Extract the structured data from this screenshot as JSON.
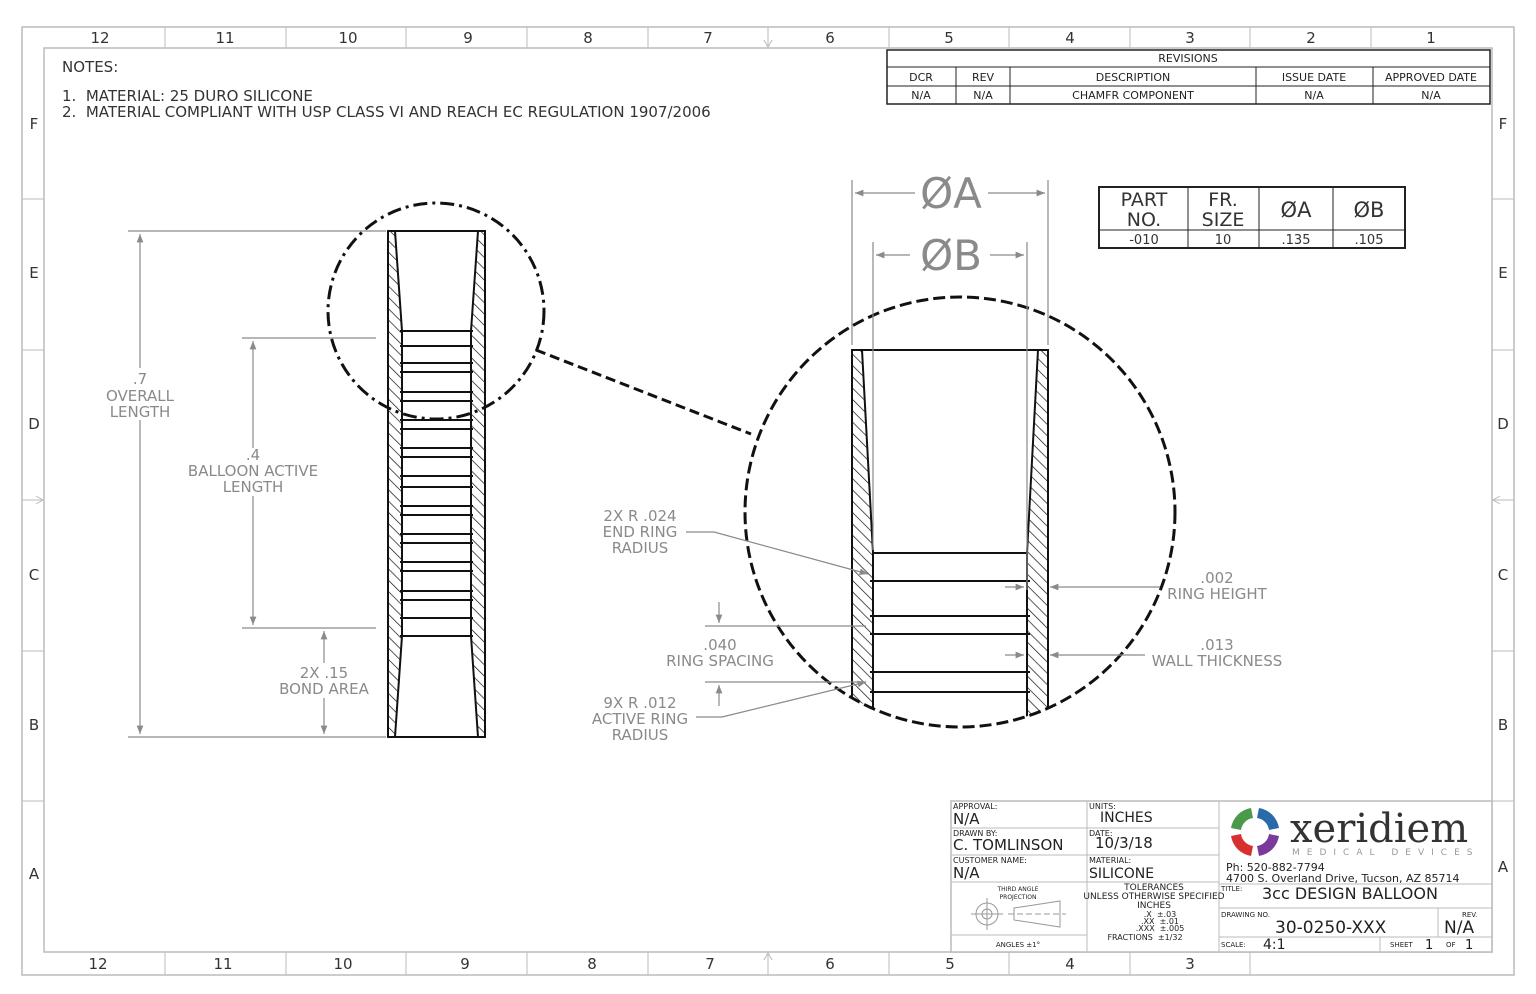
{
  "border": {
    "top_columns": [
      "12",
      "11",
      "10",
      "9",
      "8",
      "7",
      "6",
      "5",
      "4",
      "3",
      "2",
      "1"
    ],
    "bottom_columns": [
      "12",
      "11",
      "10",
      "9",
      "8",
      "7",
      "6",
      "5",
      "4",
      "3"
    ],
    "rows": [
      "F",
      "E",
      "D",
      "C",
      "B",
      "A"
    ]
  },
  "notes": {
    "heading": "NOTES:",
    "items": [
      "1.  MATERIAL: 25 DURO SILICONE",
      "2.  MATERIAL COMPLIANT WITH USP CLASS VI AND REACH EC REGULATION 1907/2006"
    ]
  },
  "revisions": {
    "title": "REVISIONS",
    "headers": [
      "DCR",
      "REV",
      "DESCRIPTION",
      "ISSUE DATE",
      "APPROVED DATE"
    ],
    "rows": [
      [
        "N/A",
        "N/A",
        "CHAMFR COMPONENT",
        "N/A",
        "N/A"
      ]
    ]
  },
  "part_table": {
    "headers": [
      [
        "PART",
        "NO."
      ],
      [
        "FR.",
        "SIZE"
      ],
      [
        "ØA"
      ],
      [
        "ØB"
      ]
    ],
    "rows": [
      [
        "-010",
        "10",
        ".135",
        ".105"
      ]
    ]
  },
  "main_view": {
    "overall": {
      "value": ".7",
      "label1": "OVERALL",
      "label2": "LENGTH"
    },
    "active": {
      "value": ".4",
      "label1": "BALLOON ACTIVE",
      "label2": "LENGTH"
    },
    "bond": {
      "value": "2X .15",
      "label": "BOND AREA"
    }
  },
  "detail_view": {
    "dia_a": "ØA",
    "dia_b": "ØB",
    "end_ring": [
      "2X R .024",
      "END RING",
      "RADIUS"
    ],
    "ring_spacing": [
      ".040",
      "RING SPACING"
    ],
    "active_ring": [
      "9X R .012",
      "ACTIVE RING",
      "RADIUS"
    ],
    "ring_height": [
      ".002",
      "RING HEIGHT"
    ],
    "wall_thickness": [
      ".013",
      "WALL THICKNESS"
    ]
  },
  "title_block": {
    "approval_label": "APPROVAL:",
    "approval": "N/A",
    "drawn_by_label": "DRAWN BY:",
    "drawn_by": "C. TOMLINSON",
    "customer_label": "CUSTOMER NAME:",
    "customer": "N/A",
    "projection_label1": "THIRD ANGLE",
    "projection_label2": "PROJECTION",
    "angles": "ANGLES ±1°",
    "units_label": "UNITS:",
    "units": "INCHES",
    "date_label": "DATE:",
    "date": "10/3/18",
    "material_label": "MATERIAL:",
    "material": "SILICONE",
    "tolerances": [
      "TOLERANCES",
      "UNLESS OTHERWISE SPECIFIED",
      "INCHES",
      ".X  ±.03",
      ".XX  ±.01",
      ".XXX  ±.005",
      "FRACTIONS  ±1/32"
    ],
    "company": "xeridiem",
    "company_sub": "MEDICAL DEVICES",
    "phone": "Ph: 520-882-7794",
    "address": "4700 S. Overland Drive, Tucson, AZ 85714",
    "title_label": "TITLE:",
    "title": "3cc DESIGN BALLOON",
    "drawing_no_label": "DRAWING NO.",
    "drawing_no": "30-0250-XXX",
    "rev_label": "REV.",
    "rev": "N/A",
    "scale_label": "SCALE:",
    "scale": "4:1",
    "sheet_label": "SHEET",
    "sheet": "1",
    "of_label": "OF",
    "of": "1",
    "logo_colors": [
      "#4a9a4a",
      "#2a6aaa",
      "#7a3a9a",
      "#d83030"
    ]
  }
}
